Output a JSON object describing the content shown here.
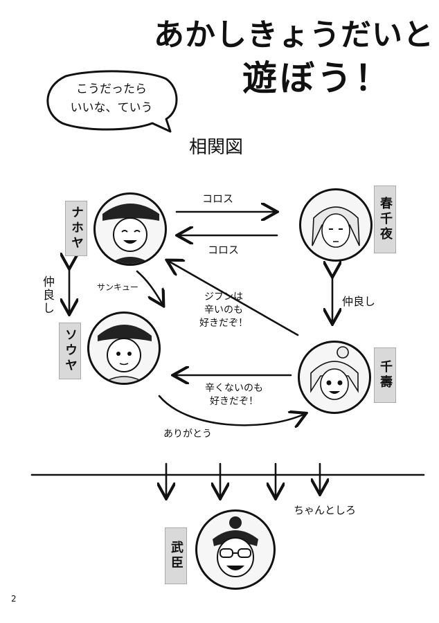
{
  "title": {
    "line1": "あかしきょうだいと",
    "line2": "遊ぼう！"
  },
  "bubble": {
    "line1": "こうだったら",
    "line2": "いいな、ていう"
  },
  "subtitle": "相関図",
  "characters": {
    "nahoya": "ナホヤ",
    "souya": "ソウヤ",
    "haruchiyo": "春千夜",
    "chizuru": "千壽",
    "takeomi": "武臣"
  },
  "relations": {
    "cross_to": "コロス",
    "cross_back": "コロス",
    "nahoya_souya": "仲良し",
    "haruchiyo_chizuru": "仲良し",
    "thanks_nahoya": "サンキュー",
    "chizuru_to_nahoya": [
      "ジブンは",
      "辛いのも",
      "好きだぞ！"
    ],
    "chizuru_to_souya": [
      "辛くないのも",
      "好きだぞ！"
    ],
    "souya_to_chizuru": "ありがとう",
    "to_takeomi": "ちゃんとしろ"
  },
  "page_number": "2"
}
